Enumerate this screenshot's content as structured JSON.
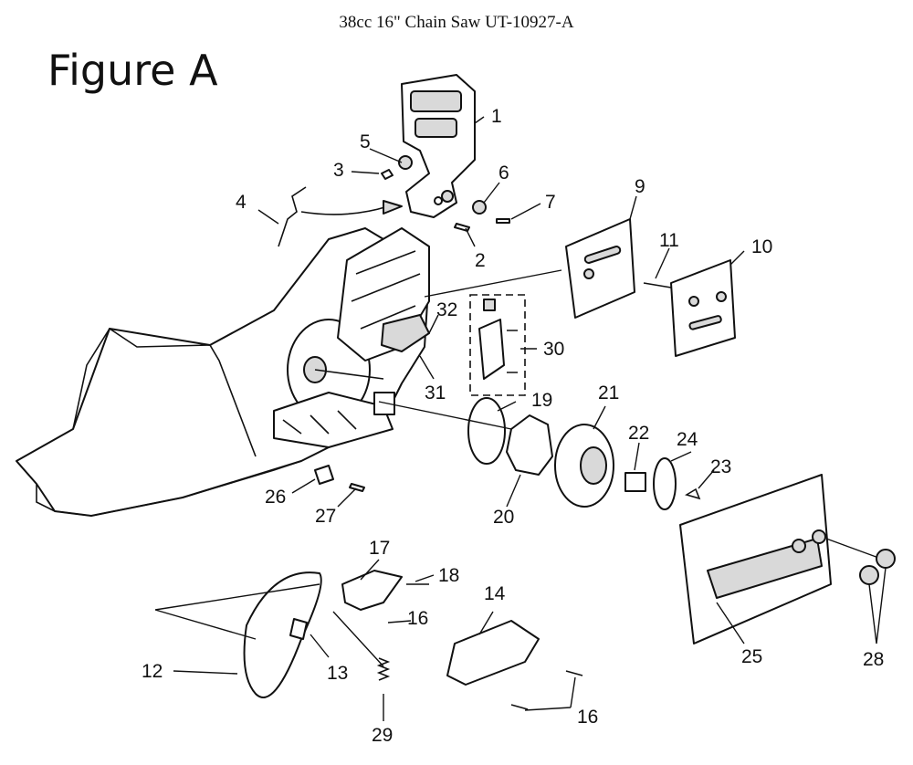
{
  "title": "38cc 16\" Chain Saw UT-10927-A",
  "figure_label": "Figure A",
  "callouts": {
    "c1": "1",
    "c2": "2",
    "c3": "3",
    "c4": "4",
    "c5": "5",
    "c6": "6",
    "c7": "7",
    "c9": "9",
    "c10": "10",
    "c11": "11",
    "c12": "12",
    "c13": "13",
    "c14": "14",
    "c16a": "16",
    "c16b": "16",
    "c17": "17",
    "c18": "18",
    "c19": "19",
    "c20": "20",
    "c21": "21",
    "c22": "22",
    "c23": "23",
    "c24": "24",
    "c25": "25",
    "c26": "26",
    "c27": "27",
    "c28": "28",
    "c29": "29",
    "c30": "30",
    "c31": "31",
    "c32": "32"
  }
}
